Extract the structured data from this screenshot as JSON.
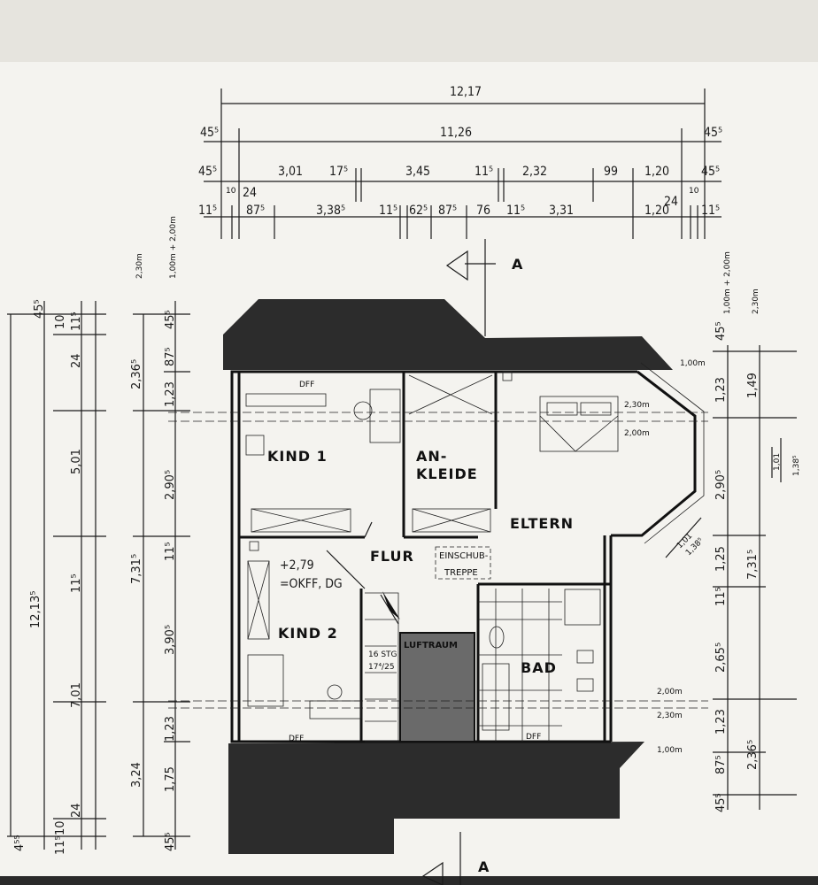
{
  "top_dims": {
    "total": "12,17",
    "row1": [
      "45⁵",
      "11,26",
      "45⁵"
    ],
    "row2": [
      "45⁵",
      "3,01",
      "17⁵",
      "3,45",
      "11⁵",
      "2,32",
      "99",
      "1,20",
      "45⁵"
    ],
    "row2b": [
      "10",
      "24",
      "24",
      "10"
    ],
    "row3": [
      "11⁵",
      "87⁵",
      "3,38⁵",
      "11⁵",
      "62⁵",
      "87⁵",
      "76",
      "11⁵",
      "3,31",
      "1,20",
      "11⁵"
    ]
  },
  "section_label": "A",
  "left_outer_dims": [
    "45⁵",
    "10",
    "11⁵",
    "24",
    "5,01",
    "11⁵",
    "12,13⁵",
    "7,01",
    "4⁵⁵",
    "10",
    "24",
    "11⁵"
  ],
  "left_inner_dims": [
    "45⁵",
    "87⁵",
    "2,36⁵",
    "1,23",
    "2,90⁵",
    "7,31⁵",
    "11⁵",
    "3,90⁵",
    "1,23",
    "3,24",
    "1,75",
    "45⁵"
  ],
  "right_inner_dims": [
    "45⁵",
    "1,23",
    "1,49",
    "2,90⁵",
    "1,25",
    "7,31⁵",
    "11⁵",
    "2,65⁵",
    "1,23",
    "87⁵",
    "2,36⁵",
    "45⁵"
  ],
  "right_extra": [
    "1,01",
    "1,38⁵"
  ],
  "height_notes": [
    "1,00m + 2,00m",
    "2,30m",
    "1,00m + 2,00m",
    "2,30m"
  ],
  "height_labels": [
    "1,00m",
    "2,30m",
    "2,00m",
    "2,00m",
    "2,30m",
    "1,00m"
  ],
  "rooms": {
    "kind1": "KIND 1",
    "ankleide_1": "AN-",
    "ankleide_2": "KLEIDE",
    "eltern": "ELTERN",
    "flur": "FLUR",
    "kind2": "KIND 2",
    "bad": "BAD",
    "luftraum": "LUFTRAUM"
  },
  "level_1": "+2,79",
  "level_2": "=OKFF, DG",
  "einschub_1": "EINSCHUB-",
  "einschub_2": "TREPPE",
  "stairs_1": "16 STG",
  "stairs_2": "17⁴/25",
  "dff": [
    "DFF",
    "DFF",
    "DFF"
  ],
  "diag_dims": [
    "1,01",
    "1,38⁵"
  ]
}
